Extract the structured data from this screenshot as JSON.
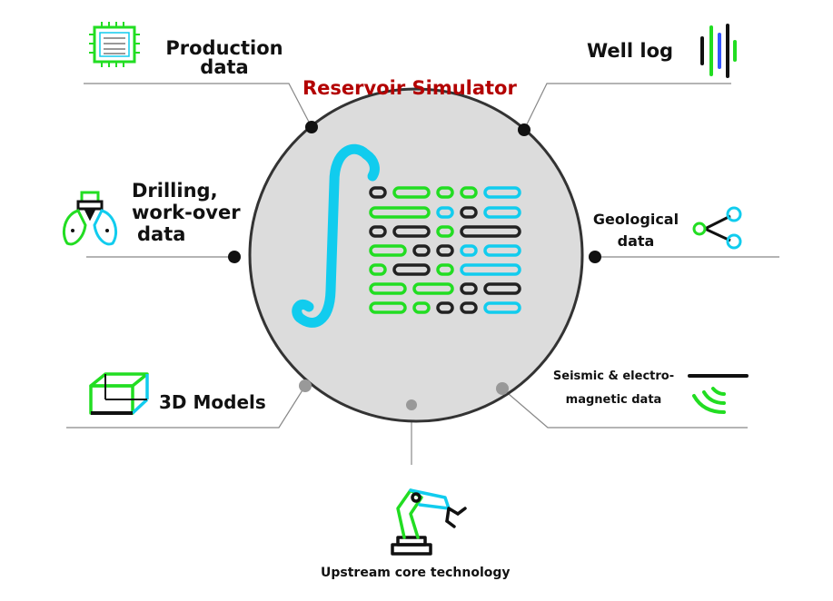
{
  "diagram": {
    "center": {
      "title": "Reservoir Simulator",
      "title_color": "#b30000",
      "fill": "#dcdcdc",
      "border": "#333333"
    },
    "accent_colors": {
      "green": "#22dd22",
      "cyan": "#11ccee",
      "dark": "#222222",
      "connector": "#888888"
    },
    "nodes": [
      {
        "id": "production",
        "lines": [
          "Production",
          "data"
        ],
        "icon": "chip-icon"
      },
      {
        "id": "welllog",
        "lines": [
          "Well log"
        ],
        "icon": "waveform-icon"
      },
      {
        "id": "drilling",
        "lines": [
          "Drilling,",
          "work-over",
          "data"
        ],
        "icon": "drill-bit-icon"
      },
      {
        "id": "geological",
        "lines": [
          "Geological",
          "data"
        ],
        "icon": "share-network-icon"
      },
      {
        "id": "models3d",
        "lines": [
          "3D Models"
        ],
        "icon": "cube-icon"
      },
      {
        "id": "seismic",
        "lines": [
          "Seismic & electro-",
          "magnetic data"
        ],
        "icon": "signal-waves-icon"
      },
      {
        "id": "upstream",
        "lines": [
          "Upstream core technology"
        ],
        "icon": "robot-arm-icon"
      }
    ]
  }
}
